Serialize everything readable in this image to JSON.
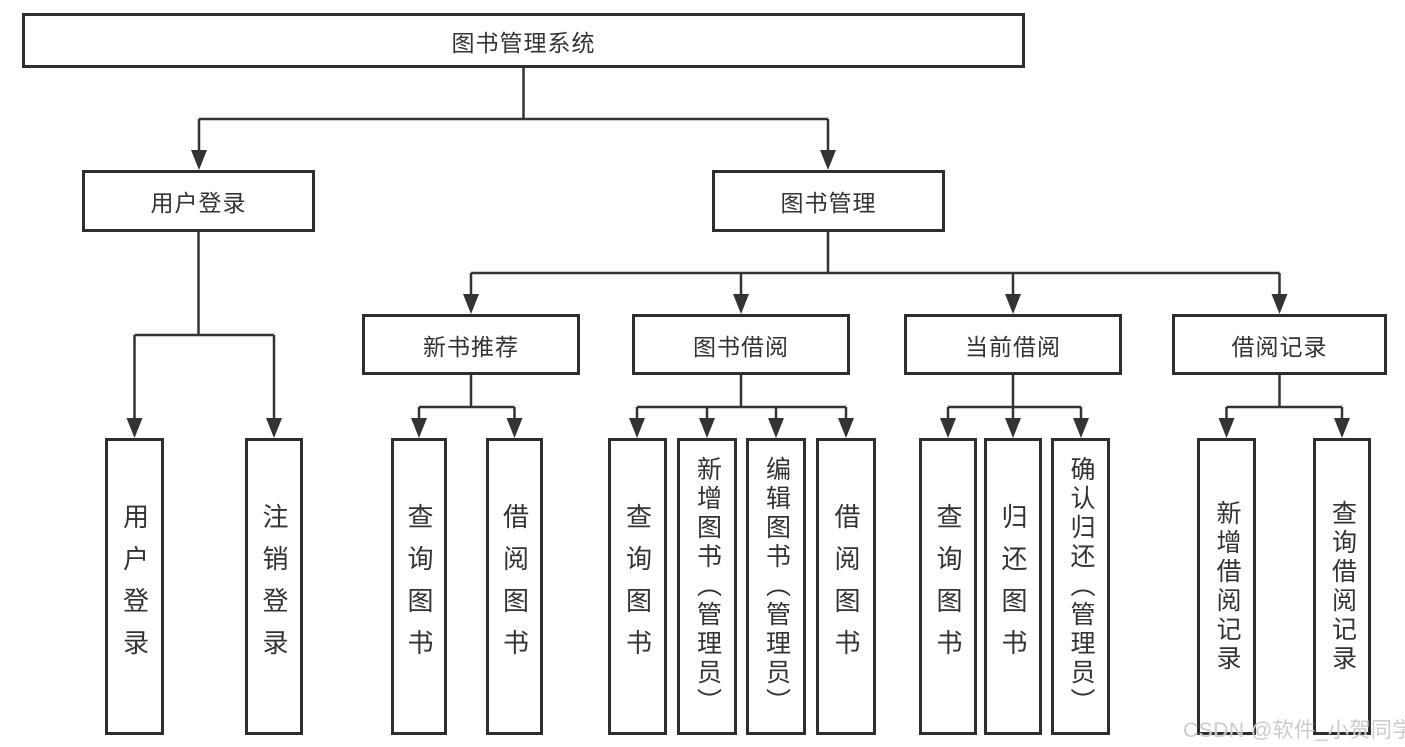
{
  "tree": {
    "label": "图书管理系统",
    "children": [
      {
        "label": "用户登录",
        "children": [
          {
            "label": "用户登录"
          },
          {
            "label": "注销登录"
          }
        ]
      },
      {
        "label": "图书管理",
        "children": [
          {
            "label": "新书推荐",
            "children": [
              {
                "label": "查询图书"
              },
              {
                "label": "借阅图书"
              }
            ]
          },
          {
            "label": "图书借阅",
            "children": [
              {
                "label": "查询图书"
              },
              {
                "label": "新增图书（管理员）"
              },
              {
                "label": "编辑图书（管理员）"
              },
              {
                "label": "借阅图书"
              }
            ]
          },
          {
            "label": "当前借阅",
            "children": [
              {
                "label": "查询图书"
              },
              {
                "label": "归还图书"
              },
              {
                "label": "确认归还（管理员）"
              }
            ]
          },
          {
            "label": "借阅记录",
            "children": [
              {
                "label": "新增借阅记录"
              },
              {
                "label": "查询借阅记录"
              }
            ]
          }
        ]
      }
    ]
  },
  "watermark": {
    "text": "CSDN @软件_小贺同学"
  },
  "colors": {
    "background": "#ffffff",
    "line": "#333333",
    "box_border": "#2e2e2e",
    "text": "#333333",
    "watermark": "#c9ccd2"
  }
}
